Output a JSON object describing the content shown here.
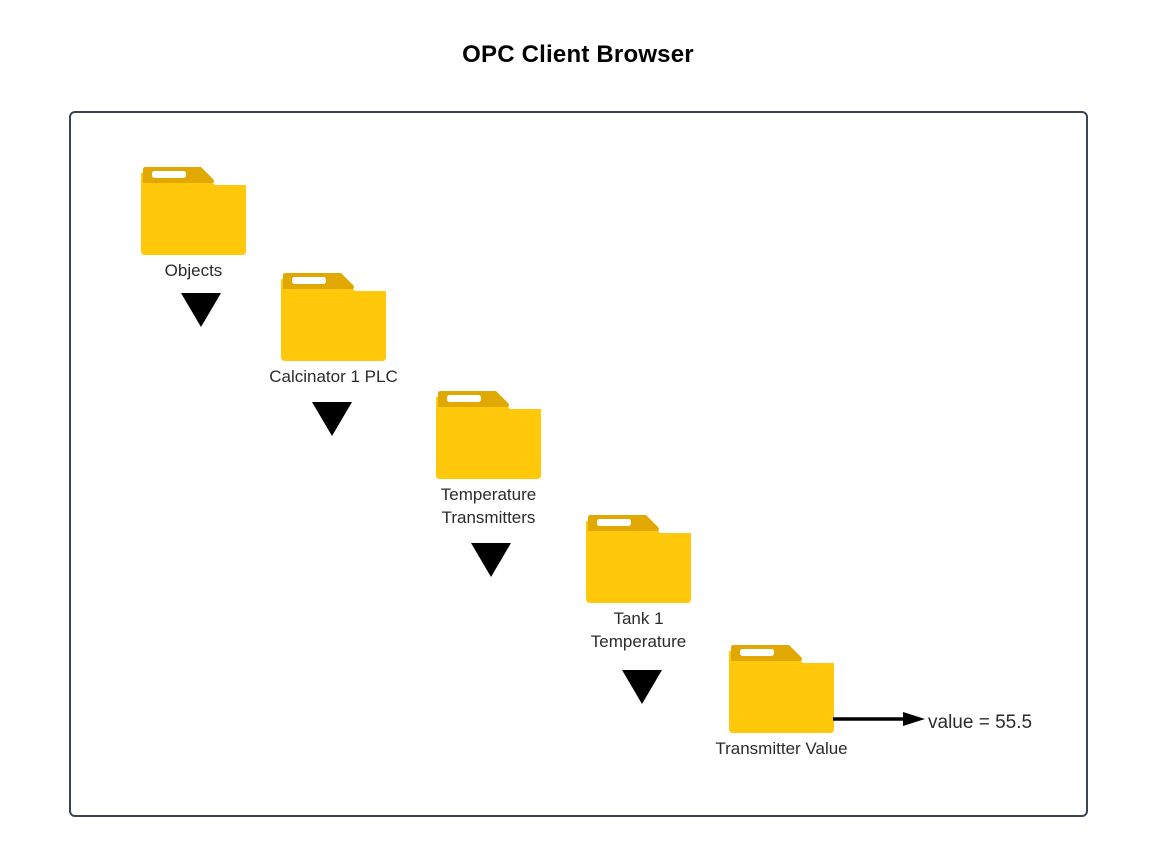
{
  "page": {
    "title": "OPC Client Browser",
    "background_color": "#ffffff",
    "frame_border_color": "#3b4552"
  },
  "icon_colors": {
    "folder_body": "#FFC80A",
    "folder_tab": "#E0A800",
    "folder_slot": "#FFFFFF",
    "arrow": "#000000",
    "text": "#2b2b2b"
  },
  "diagram": {
    "type": "tree-drilldown",
    "nodes": [
      {
        "label": "Objects",
        "icon": "folder-icon",
        "order": 1
      },
      {
        "label": "Calcinator 1 PLC",
        "icon": "folder-icon",
        "order": 2
      },
      {
        "label": "Temperature\nTransmitters",
        "icon": "folder-icon",
        "order": 3
      },
      {
        "label": "Tank 1\nTemperature",
        "icon": "folder-icon",
        "order": 4
      },
      {
        "label": "Transmitter Value",
        "icon": "folder-icon",
        "order": 5
      }
    ],
    "connectors": [
      {
        "icon": "down-arrow-icon",
        "from": "Objects",
        "to": "Calcinator 1 PLC"
      },
      {
        "icon": "down-arrow-icon",
        "from": "Calcinator 1 PLC",
        "to": "Temperature Transmitters"
      },
      {
        "icon": "down-arrow-icon",
        "from": "Temperature Transmitters",
        "to": "Tank 1 Temperature"
      },
      {
        "icon": "down-arrow-icon",
        "from": "Tank 1 Temperature",
        "to": "Transmitter Value"
      }
    ],
    "value_readout": {
      "icon": "right-arrow-icon",
      "text": "value = 55.5"
    }
  }
}
